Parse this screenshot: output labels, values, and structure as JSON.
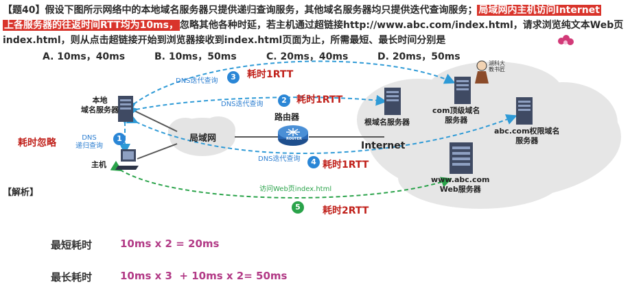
{
  "question": {
    "prefix": "【题40】假设下图所示网络中的本地域名服务器只提供递归查询服务，其他域名服务器均只提供迭代查询服务；",
    "highlight1": "局域网内主机访问Internet",
    "highlight2": "上各服务器的往返时间RTT均为10ms，",
    "suffix": "忽略其他各种时延，若主机通过超链接http://www.abc.com/index.html，请求浏览纯文本Web页index.html，则从点击超链接开始到浏览器接收到index.html页面为止，所需最短、最长时间分别是",
    "options": [
      "A. 10ms，40ms",
      "B. 10ms，50ms",
      "C. 20ms，40ms",
      "D. 20ms，50ms"
    ]
  },
  "diagram": {
    "local_dns": "本地\n域名服务器",
    "host": "主机",
    "lan": "局域网",
    "router": "路由器",
    "router_badge": "ROUTER",
    "internet": "Internet",
    "root_dns": "根域名服务器",
    "com_dns": "com顶级域名\n服务器",
    "auth_dns": "abc.com权限域名\n服务器",
    "web_server": "www.abc.com\nWeb服务器",
    "avatar_text": "湖科大\n教书匠",
    "step1_label": "DNS\n递归查询",
    "step2_label": "DNS迭代查询",
    "step3_label": "DNS迭代查询",
    "step4_label": "DNS迭代查询",
    "step5_label": "访问Web页index.html",
    "step1_num": "1",
    "step2_num": "2",
    "step3_num": "3",
    "step4_num": "4",
    "step5_num": "5",
    "cost_ignore": "耗时忽略",
    "cost2": "耗时1RTT",
    "cost3": "耗时1RTT",
    "cost4": "耗时1RTT",
    "cost5": "耗时2RTT"
  },
  "analysis": {
    "title": "【解析】",
    "shortest_label": "最短耗时",
    "shortest_value": "10ms x 2 = 20ms",
    "longest_label": "最长耗时",
    "longest_value": "10ms x 3  + 10ms x 2= 50ms"
  },
  "colors": {
    "highlight": "#d9342b",
    "blue_arrow": "#2e9ad6",
    "green_arrow": "#2aa34a",
    "red_text": "#c0201a",
    "answer": "#b23a86"
  }
}
